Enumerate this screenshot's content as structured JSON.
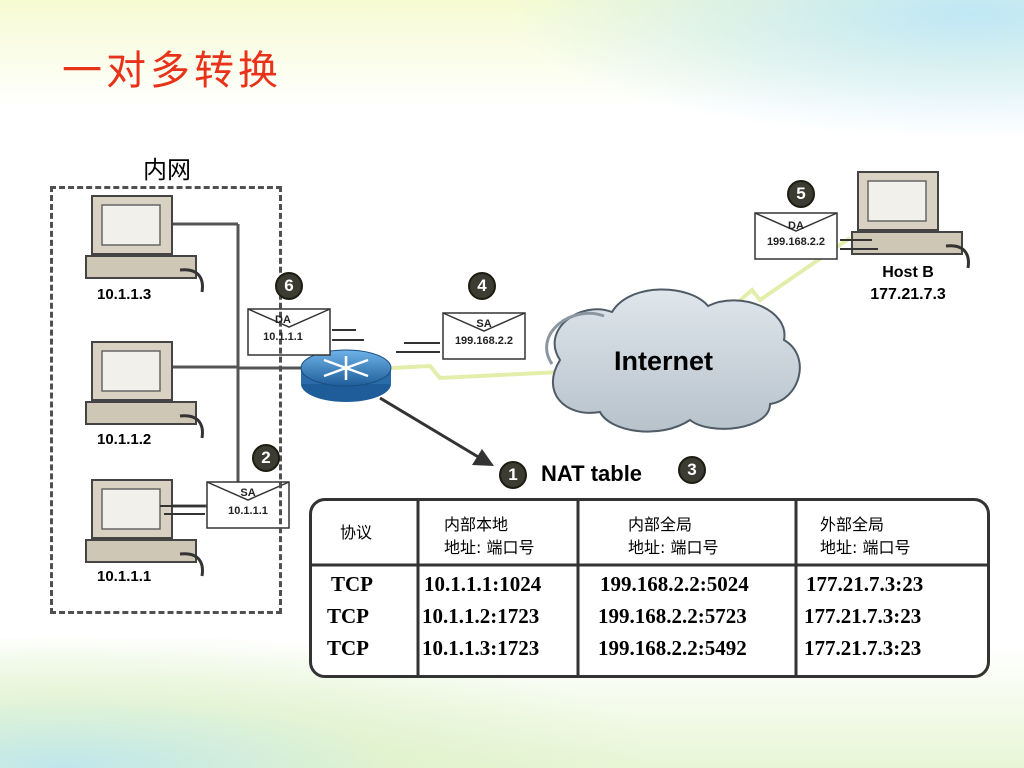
{
  "slide": {
    "title": "一对多转换",
    "inner_network_label": "内网"
  },
  "hosts": {
    "pc3": "10.1.1.3",
    "pc2": "10.1.1.2",
    "pc1": "10.1.1.1",
    "host_b_name": "Host B",
    "host_b_ip": "177.21.7.3"
  },
  "packets": {
    "p2": {
      "field": "SA",
      "addr": "10.1.1.1"
    },
    "p4": {
      "field": "SA",
      "addr": "199.168.2.2"
    },
    "p5": {
      "field": "DA",
      "addr": "199.168.2.2"
    },
    "p6": {
      "field": "DA",
      "addr": "10.1.1.1"
    }
  },
  "steps": [
    "1",
    "2",
    "3",
    "4",
    "5",
    "6"
  ],
  "cloud_label": "Internet",
  "nat": {
    "title": "NAT table",
    "headers": [
      {
        "l1": "协议",
        "l2": ""
      },
      {
        "l1": "内部本地",
        "l2": "地址: 端口号"
      },
      {
        "l1": "内部全局",
        "l2": "地址: 端口号"
      },
      {
        "l1": "外部全局",
        "l2": "地址: 端口号"
      }
    ],
    "rows": [
      [
        "TCP",
        "10.1.1.1:1024",
        "199.168.2.2:5024",
        "177.21.7.3:23"
      ],
      [
        "TCP",
        "10.1.1.2:1723",
        "199.168.2.2:5723",
        "177.21.7.3:23"
      ],
      [
        "TCP",
        "10.1.1.3:1723",
        "199.168.2.2:5492",
        "177.21.7.3:23"
      ]
    ]
  },
  "colors": {
    "title": "#e8321a",
    "cloud": "#c9d3db",
    "router": "#3d84c6",
    "link_wan": "#e8f0a0"
  }
}
